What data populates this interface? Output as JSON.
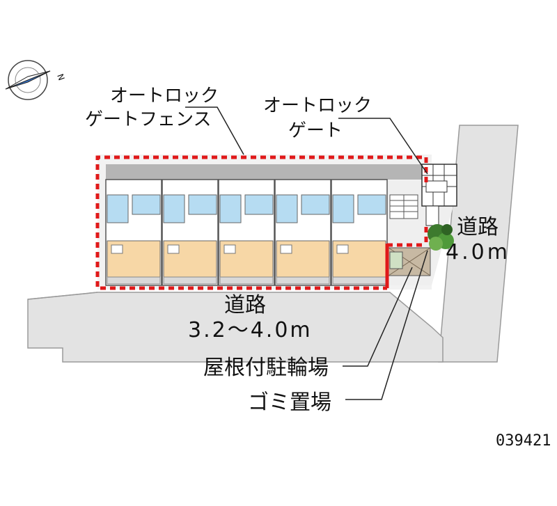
{
  "labels": {
    "autolock_gate_fence_line1": "オートロック",
    "autolock_gate_fence_line2": "ゲートフェンス",
    "autolock_gate_line1": "オートロック",
    "autolock_gate_line2": "ゲート",
    "road_south_name": "道路",
    "road_south_width": "3.2～4.0m",
    "road_east_name": "道路",
    "road_east_width": "4.0m",
    "bicycle_parking": "屋根付駐輪場",
    "garbage_area": "ゴミ置場",
    "property_code": "039421"
  },
  "compass": {
    "north_letter": "N"
  },
  "colors": {
    "road": "#e3e3e3",
    "road_edge": "#9a9a9a",
    "room": "#f7d7a6",
    "bath": "#b6dcf2",
    "fence": "#e0191a",
    "wall": "#555555",
    "greenery": "#3d7a2e",
    "bicycle_shed": "#c7b9a3"
  }
}
